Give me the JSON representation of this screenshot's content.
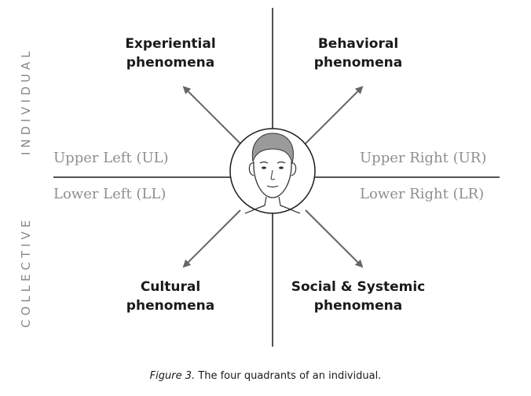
{
  "side_labels": {
    "top": "INDIVIDUAL",
    "bottom": "COLLECTIVE"
  },
  "quadrants": {
    "upper_left": {
      "title_line1": "Experiential",
      "title_line2": "phenomena",
      "code": "Upper Left (UL)"
    },
    "upper_right": {
      "title_line1": "Behavioral",
      "title_line2": "phenomena",
      "code": "Upper Right (UR)"
    },
    "lower_left": {
      "title_line1": "Cultural",
      "title_line2": "phenomena",
      "code": "Lower Left (LL)"
    },
    "lower_right": {
      "title_line1": "Social & Systemic",
      "title_line2": "phenomena",
      "code": "Lower Right (LR)"
    }
  },
  "center_icon": "face-icon",
  "caption": {
    "figure_label": "Figure 3.",
    "text": " The four quadrants of an individual."
  },
  "colors": {
    "lines": "#1a1a1a",
    "arrows": "#666666",
    "muted_text": "#8f8f8f"
  }
}
